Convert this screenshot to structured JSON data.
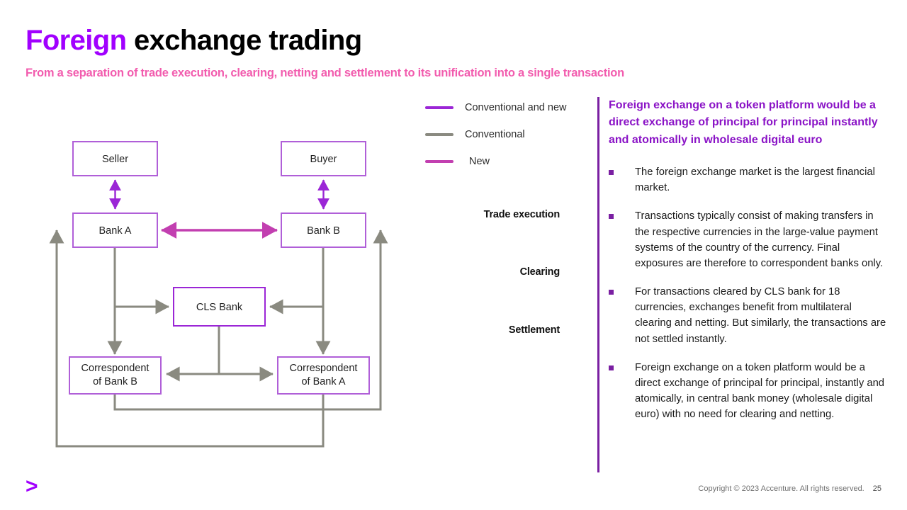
{
  "header": {
    "title_accent": "Foreign",
    "title_plain": " exchange trading",
    "subtitle": "From a separation of trade execution, clearing, netting and settlement to its unification into a single transaction"
  },
  "colors": {
    "brand_purple": "#A100FF",
    "subtitle_pink": "#F25CAE",
    "conventional_and_new": "#9B26D6",
    "conventional_gray": "#8A8A80",
    "new_magenta": "#C23FB0",
    "box_border": "#B05FD8",
    "panel_heading": "#8A13C6",
    "bullet_marker": "#7A1FA2"
  },
  "legend": {
    "items": [
      {
        "label": "Conventional and new",
        "color": "#9B26D6",
        "indent": false
      },
      {
        "label": "Conventional",
        "color": "#8A8A80",
        "indent": false
      },
      {
        "label": "New",
        "color": "#C23FB0",
        "indent": true
      }
    ]
  },
  "stages": {
    "items": [
      {
        "label": "Trade execution"
      },
      {
        "label": "Clearing"
      },
      {
        "label": "Settlement"
      }
    ]
  },
  "diagram": {
    "nodes": [
      {
        "id": "seller",
        "label": "Seller"
      },
      {
        "id": "buyer",
        "label": "Buyer"
      },
      {
        "id": "bank_a",
        "label": "Bank A"
      },
      {
        "id": "bank_b",
        "label": "Bank B"
      },
      {
        "id": "cls",
        "label": "CLS Bank"
      },
      {
        "id": "corr_b",
        "label_line1": "Correspondent",
        "label_line2": "of Bank B"
      },
      {
        "id": "corr_a",
        "label_line1": "Correspondent",
        "label_line2": "of Bank A"
      }
    ]
  },
  "panel": {
    "heading": "Foreign exchange on a token platform would be a direct exchange of principal for principal instantly and atomically in wholesale digital euro",
    "bullets": [
      "The foreign exchange market is the largest financial market.",
      "Transactions typically consist of making transfers in the respective currencies in the large-value payment systems of the country of the currency. Final exposures are therefore to correspondent banks only.",
      "For transactions cleared by CLS bank for 18 currencies, exchanges benefit from multilateral clearing and netting. But similarly, the transactions are not settled instantly.",
      "Foreign exchange on a token platform would be a direct exchange of principal for principal, instantly and atomically, in central bank money (wholesale digital euro) with no need for clearing and netting."
    ]
  },
  "footer": {
    "logo_glyph": ">",
    "copyright": "Copyright © 2023 Accenture. All rights reserved.",
    "page_number": "25"
  }
}
